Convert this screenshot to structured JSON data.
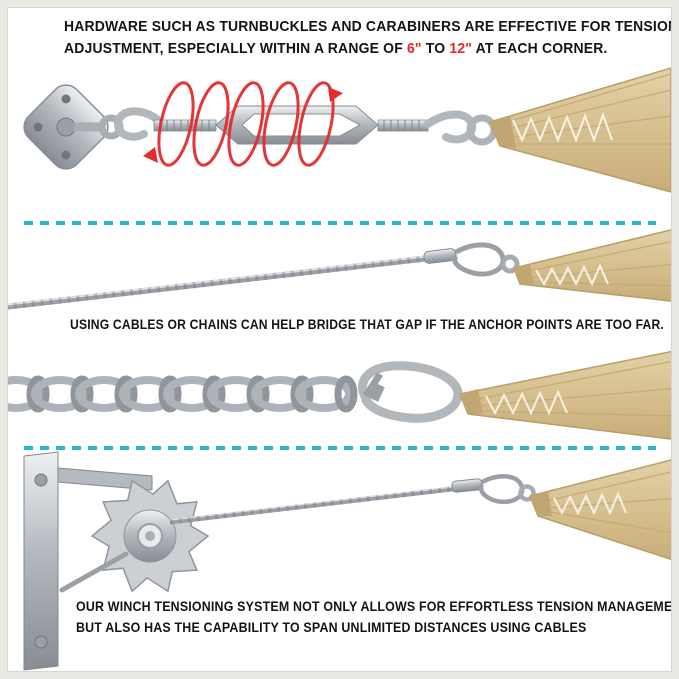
{
  "page": {
    "type": "product-infographic",
    "background": "#ffffff",
    "frame_color": "#ebe9e4"
  },
  "colors": {
    "text": "#141414",
    "accent_red": "#e8252b",
    "divider_teal": "#29b9cd",
    "strap_tan": "#d8c296",
    "metal_gray": "#b5bac0"
  },
  "headline": {
    "line1": "HARDWARE SUCH AS TURNBUCKLES AND CARABINERS ARE EFFECTIVE FOR TENSION",
    "line2_part1": "ADJUSTMENT, ESPECIALLY WITHIN A RANGE OF",
    "range_min": "6\"",
    "range_joiner": "TO",
    "range_max": "12\"",
    "line2_part2": "AT EACH CORNER."
  },
  "captions": {
    "middle": "USING CABLES OR CHAINS CAN HELP BRIDGE THAT GAP IF THE ANCHOR POINTS ARE TOO FAR.",
    "bottom_line1": "OUR WINCH TENSIONING SYSTEM NOT ONLY ALLOWS FOR EFFORTLESS TENSION MANAGEMENT",
    "bottom_line2": "BUT ALSO HAS THE CAPABILITY TO SPAN UNLIMITED DISTANCES USING CABLES"
  }
}
